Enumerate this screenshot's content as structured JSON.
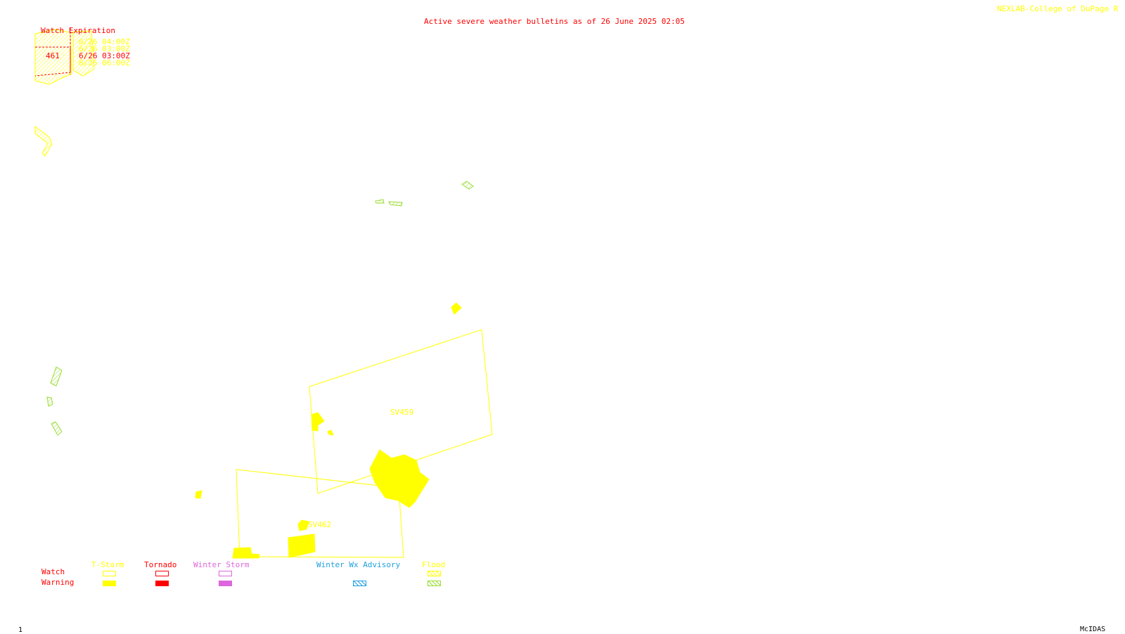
{
  "header": {
    "title": "Active severe weather bulletins as of 26 June 2025 02:05",
    "source": "NEXLAB-College of DuPage R"
  },
  "watch_table": {
    "heading": "Watch Expiration",
    "rows": [
      {
        "number": "",
        "expires": "6/26 04:00Z",
        "color": "#ffff00"
      },
      {
        "number": "",
        "expires": "6/26 03:00Z",
        "color": "#ffff00"
      },
      {
        "number": "461",
        "expires": "6/26 03:00Z",
        "color": "#ff0000"
      },
      {
        "number": "",
        "expires": "6/26 06:00Z",
        "color": "#ffff00"
      }
    ]
  },
  "map_labels": {
    "watch_459": "SV459",
    "watch_462": "SV462"
  },
  "legend": {
    "row_labels": {
      "watch": "Watch",
      "warning": "Warning"
    },
    "columns": [
      {
        "label": "T-Storm",
        "color": "#ffff00"
      },
      {
        "label": "Tornado",
        "color": "#ff0000"
      },
      {
        "label": "Winter Storm",
        "color": "#dd66dd"
      },
      {
        "label": "Winter Wx Advisory",
        "color": "#1fa0e0"
      },
      {
        "label": "Flood",
        "color": "#99dd33"
      }
    ]
  },
  "footer": {
    "frame_number": "1",
    "software": "McIDAS"
  },
  "colors": {
    "tstorm": "#ffff00",
    "tornado": "#ff0000",
    "winter_storm": "#dd66dd",
    "winter_advisory": "#1fa0e0",
    "flood": "#99dd33"
  }
}
